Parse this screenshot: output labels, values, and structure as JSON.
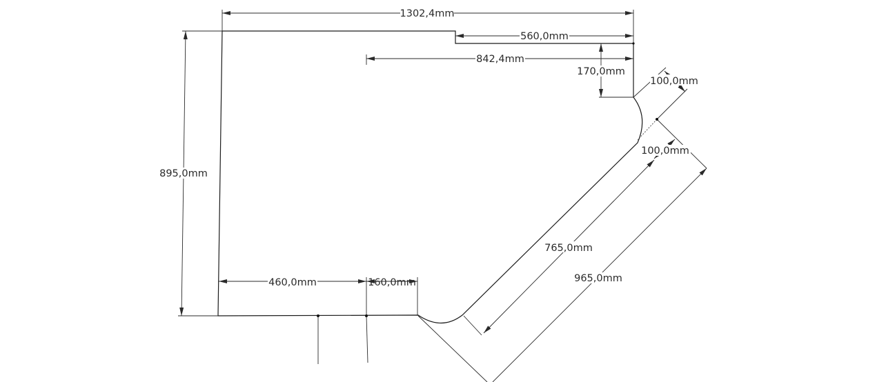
{
  "dimensions": {
    "total_width": "1302,4mm",
    "top_right_segment": "560,0mm",
    "inner_offset": "842,4mm",
    "right_height": "170,0mm",
    "corner_radius_top": "100,0mm",
    "corner_radius_bottom": "100,0mm",
    "left_height": "895,0mm",
    "bottom_left": "460,0mm",
    "bottom_mid": "160,0mm",
    "diagonal_inner": "765,0mm",
    "diagonal_outer": "965,0mm"
  }
}
